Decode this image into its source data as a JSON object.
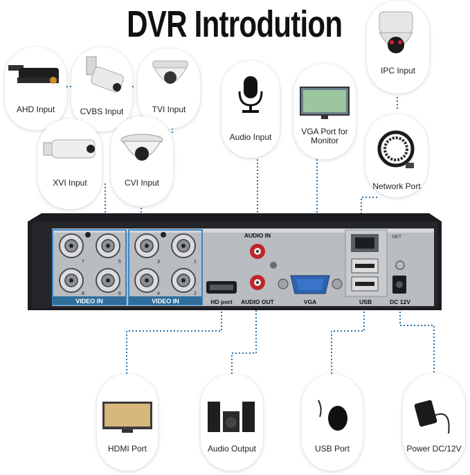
{
  "title": "DVR Introdution",
  "inputs": {
    "ahd": "AHD Input",
    "cvbs": "CVBS Input",
    "tvi": "TVI Input",
    "xvi": "XVI Input",
    "cvi": "CVI Input",
    "audio_in": "Audio Input",
    "vga": "VGA Port for Monitor",
    "ipc": "IPC Input",
    "network": "Network Port"
  },
  "outputs": {
    "hdmi": "HDMI Port",
    "audio_out": "Audio Output",
    "usb": "USB Port",
    "power": "Power DC/12V"
  },
  "panel_labels": {
    "video_in_1": "VIDEO IN",
    "video_in_2": "VIDEO IN",
    "audio_in": "AUDIO IN",
    "audio_out": "AUDIO OUT",
    "hd_port": "HD port",
    "vga": "VGA",
    "usb": "USB",
    "dc": "DC 12V",
    "net": "NET",
    "bnc_numbers": [
      "7",
      "5",
      "3",
      "1",
      "8",
      "6",
      "4",
      "2"
    ]
  },
  "colors": {
    "connector_line": "#2c6fa0",
    "highlight_box": "#3c86c8"
  }
}
